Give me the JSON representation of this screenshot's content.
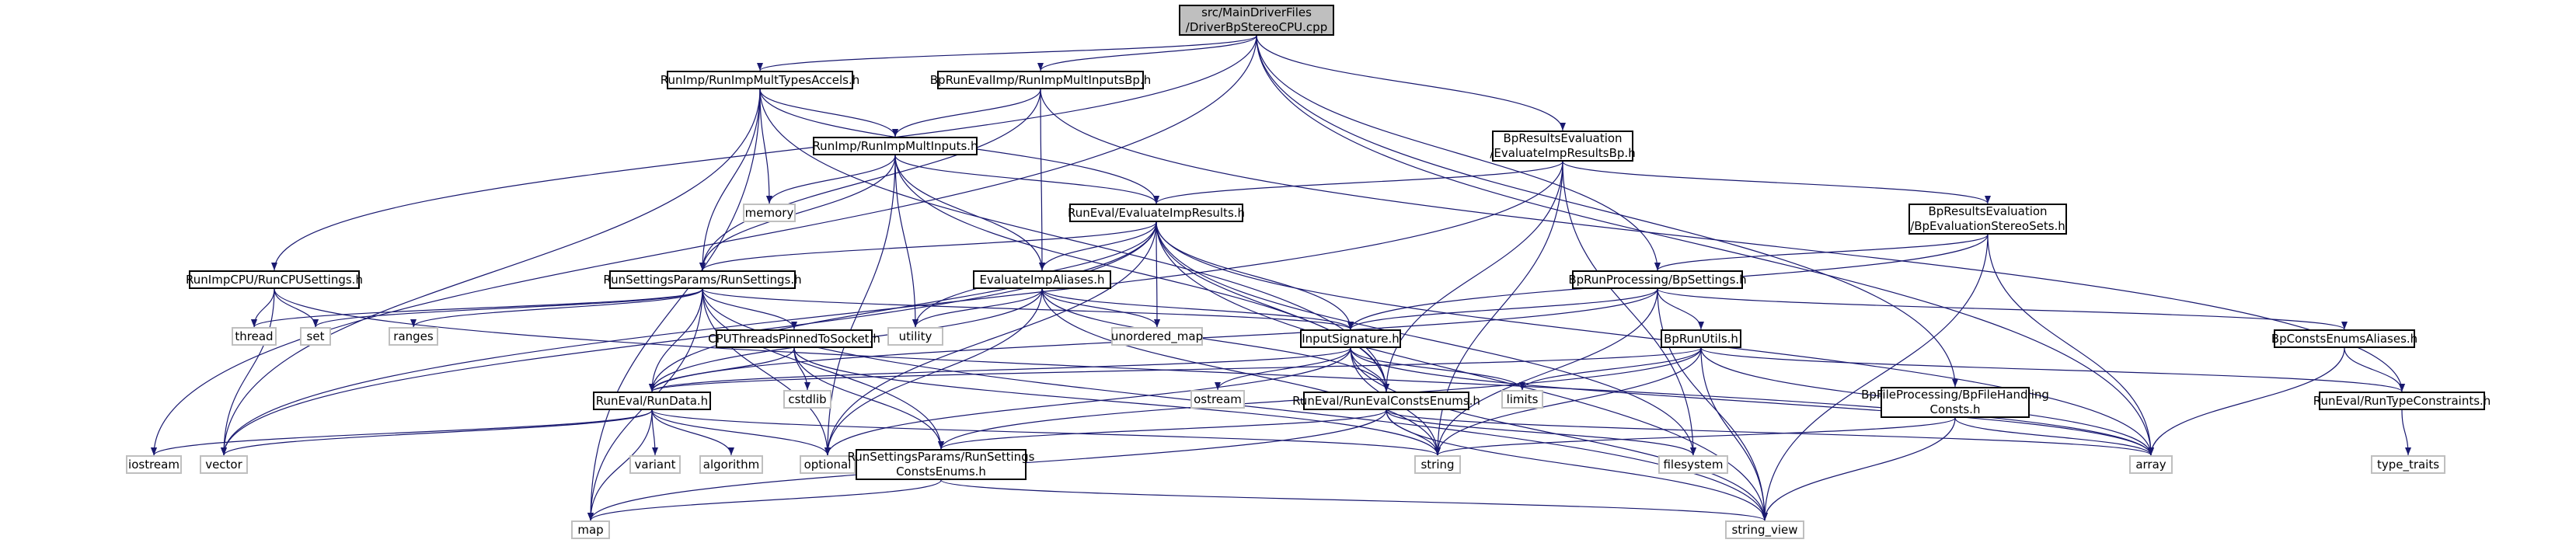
{
  "nodes": {
    "root": [
      "src/MainDriverFiles",
      "/DriverBpStereoCPU.cpp"
    ],
    "runimp_mult_types": [
      "RunImp/RunImpMultTypesAccels.h"
    ],
    "bprun_evalimp": [
      "BpRunEvalImp/RunImpMultInputsBp.h"
    ],
    "bpresults_imp": [
      "BpResultsEvaluation",
      "/EvaluateImpResultsBp.h"
    ],
    "runimp_mult_inputs": [
      "RunImp/RunImpMultInputs.h"
    ],
    "memory": [
      "memory"
    ],
    "runeval_evaluate": [
      "RunEval/EvaluateImpResults.h"
    ],
    "bpresults_stereo": [
      "BpResultsEvaluation",
      "/BpEvaluationStereoSets.h"
    ],
    "runimp_cpu": [
      "RunImpCPU/RunCPUSettings.h"
    ],
    "runsettings": [
      "RunSettingsParams/RunSettings.h"
    ],
    "evaluate_aliases": [
      "EvaluateImpAliases.h"
    ],
    "bprun_settings": [
      "BpRunProcessing/BpSettings.h"
    ],
    "thread": [
      "thread"
    ],
    "set": [
      "set"
    ],
    "ranges": [
      "ranges"
    ],
    "utility": [
      "utility"
    ],
    "cputhreads": [
      "CPUThreadsPinnedToSocket.h"
    ],
    "unordered_map": [
      "unordered_map"
    ],
    "input_signature": [
      "InputSignature.h"
    ],
    "bprun_utils": [
      "BpRunUtils.h"
    ],
    "bpconsts_aliases": [
      "BpConstsEnumsAliases.h"
    ],
    "cstdlib": [
      "cstdlib"
    ],
    "runeval_rundata": [
      "RunEval/RunData.h"
    ],
    "ostream": [
      "ostream"
    ],
    "limits": [
      "limits"
    ],
    "runeval_consts": [
      "RunEval/RunEvalConstsEnums.h"
    ],
    "bpfile_consts": [
      "BpFileProcessing/BpFileHandling",
      "Consts.h"
    ],
    "runeval_typeconstraints": [
      "RunEval/RunTypeConstraints.h"
    ],
    "iostream": [
      "iostream"
    ],
    "vector": [
      "vector"
    ],
    "variant": [
      "variant"
    ],
    "algorithm": [
      "algorithm"
    ],
    "optional": [
      "optional"
    ],
    "runsettings_consts": [
      "RunSettingsParams/RunSettings",
      "ConstsEnums.h"
    ],
    "string": [
      "string"
    ],
    "filesystem": [
      "filesystem"
    ],
    "array": [
      "array"
    ],
    "type_traits": [
      "type_traits"
    ],
    "map": [
      "map"
    ],
    "string_view": [
      "string_view"
    ]
  },
  "edges": [
    [
      "root",
      "runimp_mult_types"
    ],
    [
      "root",
      "bprun_evalimp"
    ],
    [
      "root",
      "bpresults_imp"
    ],
    [
      "root",
      "runimp_cpu"
    ],
    [
      "root",
      "bprun_settings"
    ],
    [
      "root",
      "bpfile_consts"
    ],
    [
      "root",
      "iostream"
    ],
    [
      "root",
      "array"
    ],
    [
      "runimp_mult_types",
      "runimp_mult_inputs"
    ],
    [
      "runimp_mult_types",
      "memory"
    ],
    [
      "runimp_mult_types",
      "runeval_evaluate"
    ],
    [
      "runimp_mult_types",
      "runsettings"
    ],
    [
      "runimp_mult_types",
      "vector"
    ],
    [
      "runimp_mult_types",
      "map"
    ],
    [
      "runimp_mult_types",
      "runeval_consts"
    ],
    [
      "bprun_evalimp",
      "runimp_mult_inputs"
    ],
    [
      "bprun_evalimp",
      "runsettings"
    ],
    [
      "bprun_evalimp",
      "evaluate_aliases"
    ],
    [
      "bprun_evalimp",
      "runeval_typeconstraints"
    ],
    [
      "bpresults_imp",
      "runeval_evaluate"
    ],
    [
      "bpresults_imp",
      "bpresults_stereo"
    ],
    [
      "bpresults_imp",
      "vector"
    ],
    [
      "bpresults_imp",
      "runeval_consts"
    ],
    [
      "bpresults_imp",
      "filesystem"
    ],
    [
      "bpresults_imp",
      "string"
    ],
    [
      "runimp_mult_inputs",
      "memory"
    ],
    [
      "runimp_mult_inputs",
      "runeval_evaluate"
    ],
    [
      "runimp_mult_inputs",
      "runsettings"
    ],
    [
      "runimp_mult_inputs",
      "evaluate_aliases"
    ],
    [
      "runimp_mult_inputs",
      "runeval_consts"
    ],
    [
      "runimp_mult_inputs",
      "utility"
    ],
    [
      "runimp_mult_inputs",
      "optional"
    ],
    [
      "runeval_evaluate",
      "runsettings"
    ],
    [
      "runeval_evaluate",
      "evaluate_aliases"
    ],
    [
      "runeval_evaluate",
      "input_signature"
    ],
    [
      "runeval_evaluate",
      "unordered_map"
    ],
    [
      "runeval_evaluate",
      "utility"
    ],
    [
      "runeval_evaluate",
      "runeval_rundata"
    ],
    [
      "runeval_evaluate",
      "runeval_consts"
    ],
    [
      "runeval_evaluate",
      "vector"
    ],
    [
      "runeval_evaluate",
      "filesystem"
    ],
    [
      "runeval_evaluate",
      "array"
    ],
    [
      "runeval_evaluate",
      "string_view"
    ],
    [
      "runeval_evaluate",
      "optional"
    ],
    [
      "bpresults_stereo",
      "bprun_settings"
    ],
    [
      "bpresults_stereo",
      "input_signature"
    ],
    [
      "bpresults_stereo",
      "array"
    ],
    [
      "bpresults_stereo",
      "string_view"
    ],
    [
      "runimp_cpu",
      "thread"
    ],
    [
      "runimp_cpu",
      "set"
    ],
    [
      "runimp_cpu",
      "vector"
    ],
    [
      "runimp_cpu",
      "array"
    ],
    [
      "runsettings",
      "thread"
    ],
    [
      "runsettings",
      "set"
    ],
    [
      "runsettings",
      "ranges"
    ],
    [
      "runsettings",
      "cputhreads"
    ],
    [
      "runsettings",
      "runeval_rundata"
    ],
    [
      "runsettings",
      "runsettings_consts"
    ],
    [
      "runsettings",
      "input_signature"
    ],
    [
      "runsettings",
      "optional"
    ],
    [
      "runsettings",
      "map"
    ],
    [
      "runsettings",
      "string_view"
    ],
    [
      "evaluate_aliases",
      "unordered_map"
    ],
    [
      "evaluate_aliases",
      "input_signature"
    ],
    [
      "evaluate_aliases",
      "runeval_rundata"
    ],
    [
      "evaluate_aliases",
      "runeval_consts"
    ],
    [
      "evaluate_aliases",
      "string"
    ],
    [
      "evaluate_aliases",
      "optional"
    ],
    [
      "evaluate_aliases",
      "utility"
    ],
    [
      "bprun_settings",
      "bprun_utils"
    ],
    [
      "bprun_settings",
      "bpconsts_aliases"
    ],
    [
      "bprun_settings",
      "input_signature"
    ],
    [
      "bprun_settings",
      "string"
    ],
    [
      "bprun_settings",
      "runeval_rundata"
    ],
    [
      "bprun_settings",
      "string_view"
    ],
    [
      "cputhreads",
      "cstdlib"
    ],
    [
      "cputhreads",
      "runeval_rundata"
    ],
    [
      "cputhreads",
      "runsettings_consts"
    ],
    [
      "cputhreads",
      "string"
    ],
    [
      "input_signature",
      "ostream"
    ],
    [
      "input_signature",
      "limits"
    ],
    [
      "input_signature",
      "runeval_consts"
    ],
    [
      "input_signature",
      "string"
    ],
    [
      "input_signature",
      "string_view"
    ],
    [
      "input_signature",
      "optional"
    ],
    [
      "input_signature",
      "runeval_rundata"
    ],
    [
      "input_signature",
      "array"
    ],
    [
      "bprun_utils",
      "runeval_rundata"
    ],
    [
      "bprun_utils",
      "runeval_typeconstraints"
    ],
    [
      "bprun_utils",
      "limits"
    ],
    [
      "bprun_utils",
      "string"
    ],
    [
      "bprun_utils",
      "array"
    ],
    [
      "bprun_utils",
      "string_view"
    ],
    [
      "bprun_utils",
      "runsettings_consts"
    ],
    [
      "bpconsts_aliases",
      "runeval_typeconstraints"
    ],
    [
      "bpconsts_aliases",
      "array"
    ],
    [
      "runeval_rundata",
      "iostream"
    ],
    [
      "runeval_rundata",
      "vector"
    ],
    [
      "runeval_rundata",
      "variant"
    ],
    [
      "runeval_rundata",
      "algorithm"
    ],
    [
      "runeval_rundata",
      "optional"
    ],
    [
      "runeval_rundata",
      "string"
    ],
    [
      "runeval_rundata",
      "map"
    ],
    [
      "runeval_consts",
      "runsettings_consts"
    ],
    [
      "runeval_consts",
      "string"
    ],
    [
      "runeval_consts",
      "filesystem"
    ],
    [
      "runeval_consts",
      "array"
    ],
    [
      "runeval_consts",
      "map"
    ],
    [
      "runeval_consts",
      "string_view"
    ],
    [
      "bpfile_consts",
      "string"
    ],
    [
      "bpfile_consts",
      "array"
    ],
    [
      "bpfile_consts",
      "string_view"
    ],
    [
      "runeval_typeconstraints",
      "type_traits"
    ],
    [
      "runsettings_consts",
      "map"
    ],
    [
      "runsettings_consts",
      "string_view"
    ]
  ]
}
